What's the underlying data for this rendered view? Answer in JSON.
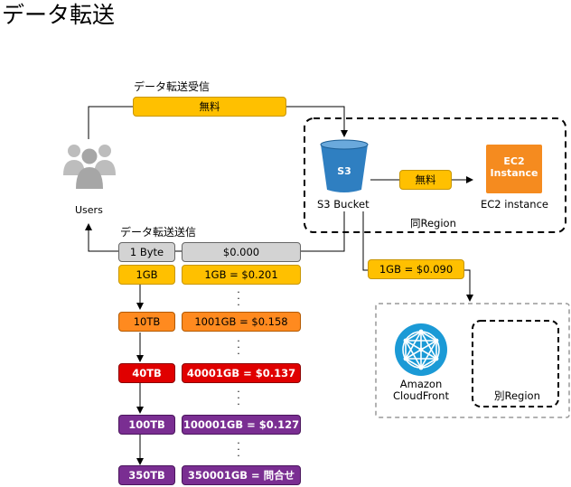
{
  "title": "データ転送",
  "inbound": {
    "label": "データ転送受信",
    "price": "無料"
  },
  "users": {
    "label": "Users"
  },
  "s3": {
    "badge": "S3",
    "label": "S3 Bucket"
  },
  "ec2": {
    "badge": "EC2 Instance",
    "label": "EC2 instance"
  },
  "same_region": {
    "label": "同Region",
    "transfer_price": "無料"
  },
  "other_region": {
    "label": "別Region"
  },
  "cloudfront": {
    "label_line1": "Amazon",
    "label_line2": "CloudFront",
    "transfer_price": "1GB = $0.090"
  },
  "outbound": {
    "label": "データ転送送信",
    "tiers": [
      {
        "size": "1 Byte",
        "price": "$0.000"
      },
      {
        "size": "1GB",
        "price": "1GB = $0.201"
      },
      {
        "size": "10TB",
        "price": "1001GB = $0.158"
      },
      {
        "size": "40TB",
        "price": "40001GB = $0.137"
      },
      {
        "size": "100TB",
        "price": "100001GB = $0.127"
      },
      {
        "size": "350TB",
        "price": "350001GB = 問合せ"
      }
    ]
  },
  "colors": {
    "yellow": "#ffc000",
    "gray": "#d3d3d3",
    "orange": "#ff8a1f",
    "red": "#e00000",
    "purple": "#7a2e92",
    "aws_blue": "#2f7fc1",
    "aws_orange": "#f58b1f",
    "cloudfront_teal": "#1b9ad6"
  }
}
